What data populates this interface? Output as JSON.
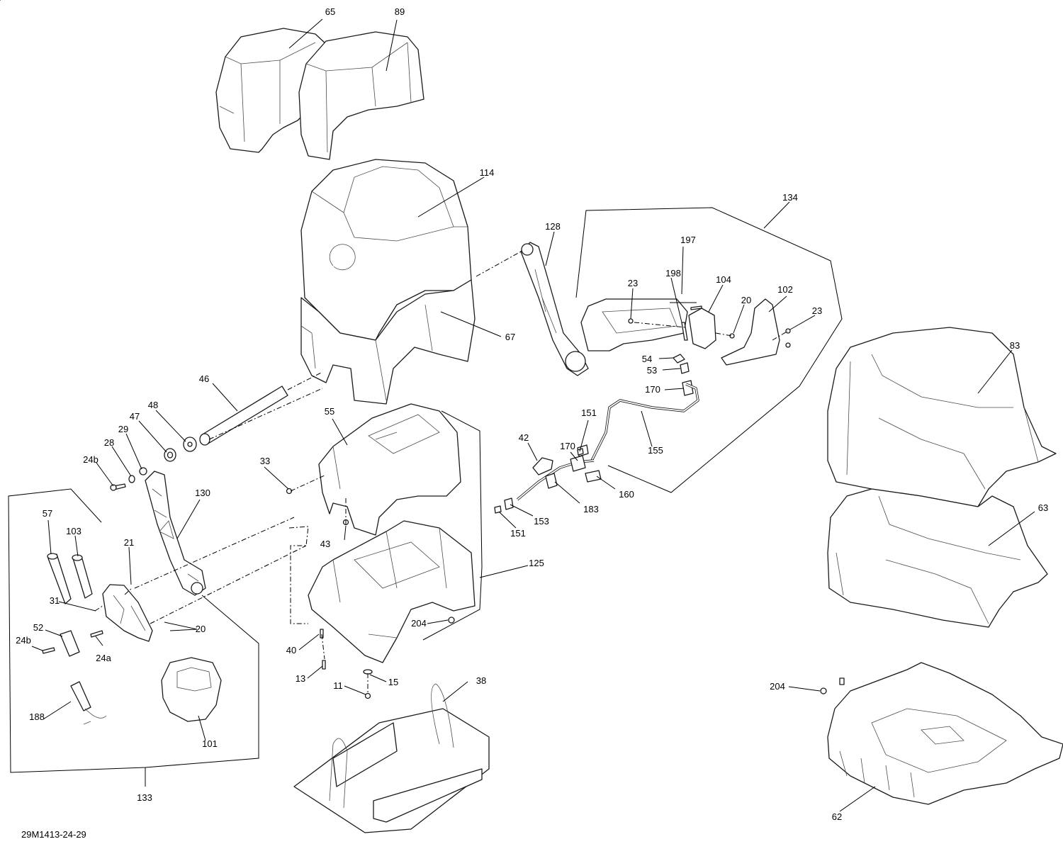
{
  "diagram": {
    "drawing_code": "29M1413-24-29",
    "callouts": {
      "c65": "65",
      "c89": "89",
      "c114": "114",
      "c67": "67",
      "c128": "128",
      "c134": "134",
      "c197": "197",
      "c198": "198",
      "c23a": "23",
      "c104": "104",
      "c20a": "20",
      "c102": "102",
      "c23b": "23",
      "c54": "54",
      "c53": "53",
      "c170a": "170",
      "c151a": "151",
      "c170b": "170",
      "c155": "155",
      "c42": "42",
      "c183": "183",
      "c160": "160",
      "c153": "153",
      "c151b": "151",
      "c83": "83",
      "c63": "63",
      "c62": "62",
      "c204a": "204",
      "c204b": "204",
      "c46": "46",
      "c48": "48",
      "c47": "47",
      "c29": "29",
      "c28": "28",
      "c24b_a": "24b",
      "c130": "130",
      "c55": "55",
      "c33": "33",
      "c43": "43",
      "c125": "125",
      "c57": "57",
      "c103": "103",
      "c21": "21",
      "c31": "31",
      "c52": "52",
      "c24b_b": "24b",
      "c24a": "24a",
      "c20b": "20",
      "c188": "188",
      "c101": "101",
      "c133": "133",
      "c40": "40",
      "c13": "13",
      "c11": "11",
      "c15": "15",
      "c38": "38"
    }
  }
}
